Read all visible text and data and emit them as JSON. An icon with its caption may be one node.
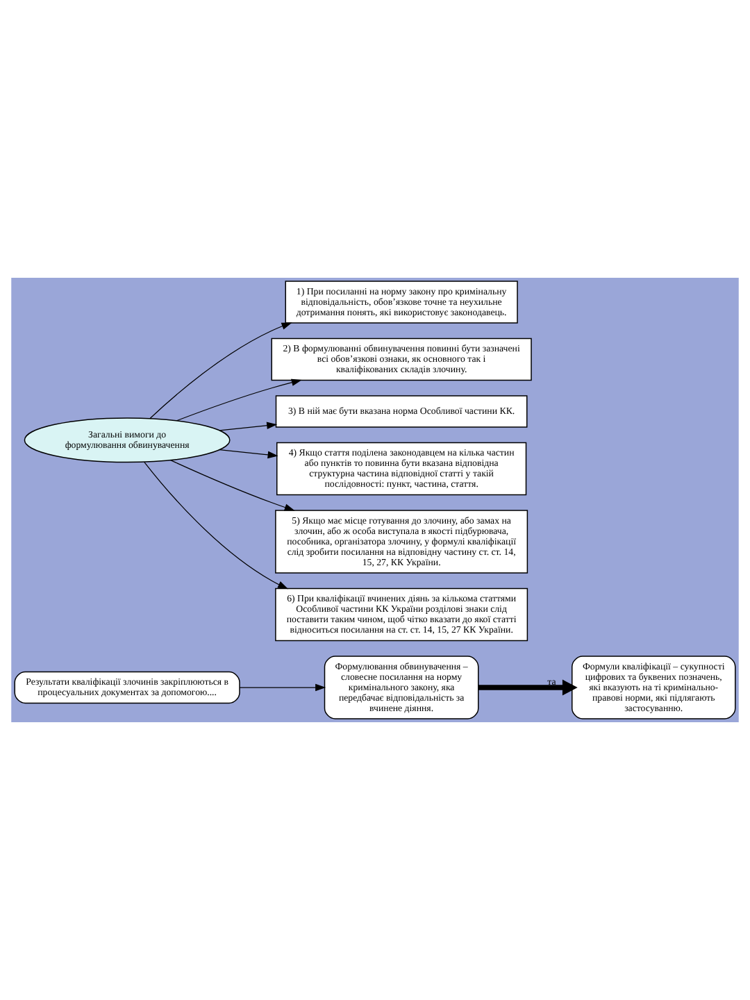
{
  "diagram": {
    "nodes": [
      {
        "text": [
          "Результати кваліфікації злочинів закріплюються в процесуальних документах за допомогою...."
        ]
      },
      {
        "text": [
          "Формулювання обвинувачення – словесне посилання на норму кримінального закону, яка передбачає відповідальність за вчинене діяння."
        ]
      },
      {
        "text": [
          "Формули кваліфікації – сукупності цифрових та буквених позначень, які вказують на ті кримінально-правові норми, які підлягають застосуванню."
        ]
      },
      {
        "text": [
          "Загальні вимоги до формулювання обвинувачення"
        ]
      },
      {
        "text": [
          "1) При посиланні на норму закону про кримінальну відповідальність, обов’язкове точне та неухильне дотримання понять, які використовує законодавець."
        ]
      },
      {
        "text": [
          "2) В формулюванні обвинувачення повинні бути зазначені всі обов’язкові ознаки, як основного так і кваліфікованих складів злочину."
        ]
      },
      {
        "text": [
          "3) В ній має бути вказана норма Особливої частини КК."
        ]
      },
      {
        "text": [
          "4) Якщо стаття поділена законодавцем на кілька частин або пунктів то повинна бути вказана відповідна структурна частина відповідної статті у такій послідовності: пункт, частина, стаття."
        ]
      },
      {
        "text": [
          "5) Якщо має місце готування до злочину, або замах на злочин, або ж особа виступала в якості підбурювача, пособника, організатора злочину, у формулі кваліфікації слід зробити посилання на відповідну частину ст. ст. 14, 15, 27, КК України."
        ]
      },
      {
        "text": [
          "6) При кваліфікації вчинених діянь за кількома статтями Особливої частини КК України розділові знаки слід поставити таким чином, щоб чітко вказати до якої статті відноситься посилання на ст. ст. 14, 15, 27 КК України."
        ]
      }
    ],
    "edges": [
      {
        "from": 0,
        "to": 1,
        "arrow": "to"
      },
      {
        "from": 1,
        "to": 2,
        "arrow": "to",
        "label": "та",
        "style": "thick"
      },
      {
        "from": 3,
        "to": 4,
        "arrow": "to"
      },
      {
        "from": 3,
        "to": 5,
        "arrow": "to"
      },
      {
        "from": 3,
        "to": 6,
        "arrow": "to"
      },
      {
        "from": 3,
        "to": 7,
        "arrow": "to"
      },
      {
        "from": 3,
        "to": 8,
        "arrow": "to"
      },
      {
        "from": 3,
        "to": 9,
        "arrow": "to"
      }
    ]
  }
}
